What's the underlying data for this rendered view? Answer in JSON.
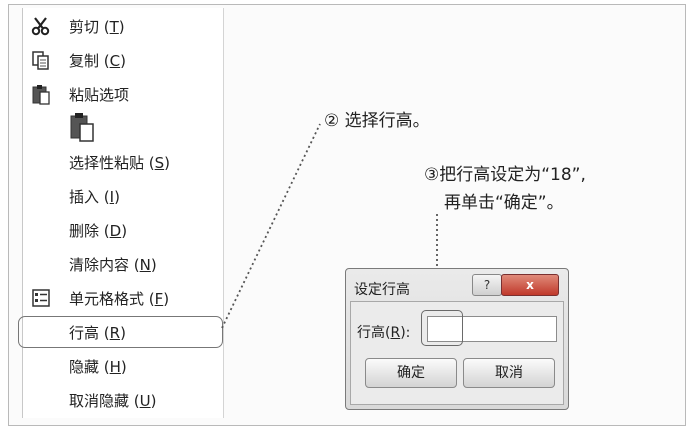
{
  "menu": {
    "items": [
      {
        "name": "cut",
        "label": "剪切 (",
        "key": "T",
        "suffix": ")",
        "icon": "scissors-icon"
      },
      {
        "name": "copy",
        "label": "复制 (",
        "key": "C",
        "suffix": ")",
        "icon": "copy-icon"
      },
      {
        "name": "paste-options",
        "label": "粘贴选项",
        "key": "",
        "suffix": "",
        "icon": "clipboard-icon"
      },
      {
        "name": "paste-special",
        "label": "选择性粘贴 (",
        "key": "S",
        "suffix": ")",
        "icon": ""
      },
      {
        "name": "insert",
        "label": "插入 (",
        "key": "I",
        "suffix": ")",
        "icon": ""
      },
      {
        "name": "delete",
        "label": "删除 (",
        "key": "D",
        "suffix": ")",
        "icon": ""
      },
      {
        "name": "clear-contents",
        "label": "清除内容 (",
        "key": "N",
        "suffix": ")",
        "icon": ""
      },
      {
        "name": "format-cells",
        "label": "单元格格式 (",
        "key": "F",
        "suffix": ")",
        "icon": "format-cells-icon"
      },
      {
        "name": "row-height",
        "label": "行高 (",
        "key": "R",
        "suffix": ")",
        "icon": ""
      },
      {
        "name": "hide",
        "label": "隐藏 (",
        "key": "H",
        "suffix": ")",
        "icon": ""
      },
      {
        "name": "unhide",
        "label": "取消隐藏 (",
        "key": "U",
        "suffix": ")",
        "icon": ""
      }
    ]
  },
  "annotations": {
    "step2": "② 选择行高。",
    "step3_line1": "③把行高设定为“18”,",
    "step3_line2": "再单击“确定”。"
  },
  "dialog": {
    "title": "设定行高",
    "help_label": "?",
    "close_label": "x",
    "field_label": "行高(",
    "field_key": "R",
    "field_suffix": "):",
    "field_value": "",
    "ok_label": "确定",
    "cancel_label": "取消"
  }
}
